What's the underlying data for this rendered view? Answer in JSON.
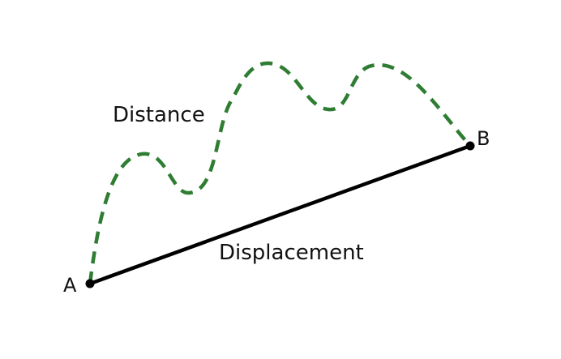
{
  "labels": {
    "distance": "Distance",
    "displacement": "Displacement",
    "start_point": "A",
    "end_point": "B"
  },
  "colors": {
    "background": "#ffffff",
    "distance_path": "#2e7d32",
    "displacement_line": "#000000",
    "points": "#000000",
    "text": "#111111"
  }
}
